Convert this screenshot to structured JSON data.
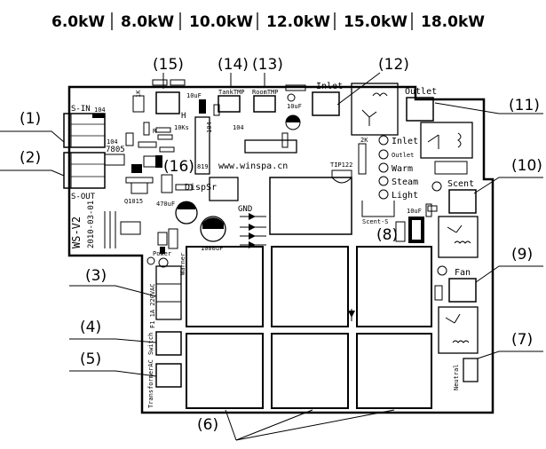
{
  "power_ratings": [
    "6.0kW",
    "8.0kW",
    "10.0kW",
    "12.0kW",
    "15.0kW",
    "18.0kW"
  ],
  "callouts": [
    "(1)",
    "(2)",
    "(3)",
    "(4)",
    "(5)",
    "(6)",
    "(7)",
    "(8)",
    "(9)",
    "(10)",
    "(11)",
    "(12)",
    "(13)",
    "(14)",
    "(15)",
    "(16)"
  ],
  "board": {
    "website": "www.winspa.cn",
    "model": "WS-V2",
    "date": "2010-03-01",
    "s_in": "S-IN",
    "s_out": "S-OUT",
    "regulator": "7805",
    "transistor_small": "Q1015",
    "transistor_power": "TIP122",
    "tank_tmp": "TankTMP",
    "room_tmp": "RoomTMP",
    "inlet": "Inlet",
    "outlet": "Outlet",
    "scent": "Scent",
    "fan": "Fan",
    "neutral": "Neutral",
    "gnd": "GND",
    "power": "Power",
    "warner": "Warner",
    "fuse": "F1 1A 220VAC",
    "switch": "Switch",
    "transformer_ac": "TransformerAC",
    "disp_sr": "DispSr",
    "scent_s": "Scent-S",
    "ic_label": "819",
    "cap_470": "470uF",
    "cap_1000": "1000uF",
    "cap_10uf": "10uF",
    "res_2k": "2K",
    "res_10k": "10Ks",
    "res_1k": "1K",
    "cap_104": "104",
    "leds": [
      "Inlet",
      "Outlet",
      "Warm",
      "Steam",
      "Light"
    ]
  }
}
